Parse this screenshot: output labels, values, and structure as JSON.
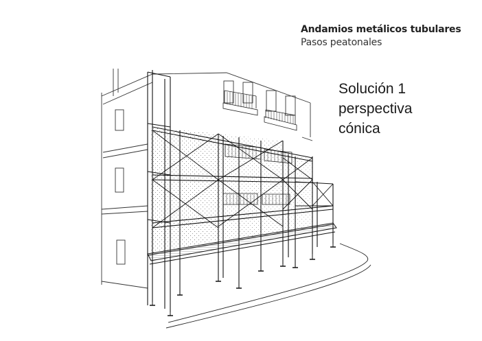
{
  "header": {
    "title": "Andamios metálicos tubulares",
    "subtitle": "Pasos peatonales"
  },
  "caption": {
    "line1": "Solución 1",
    "line2": "perspectiva",
    "line3": "cónica"
  }
}
